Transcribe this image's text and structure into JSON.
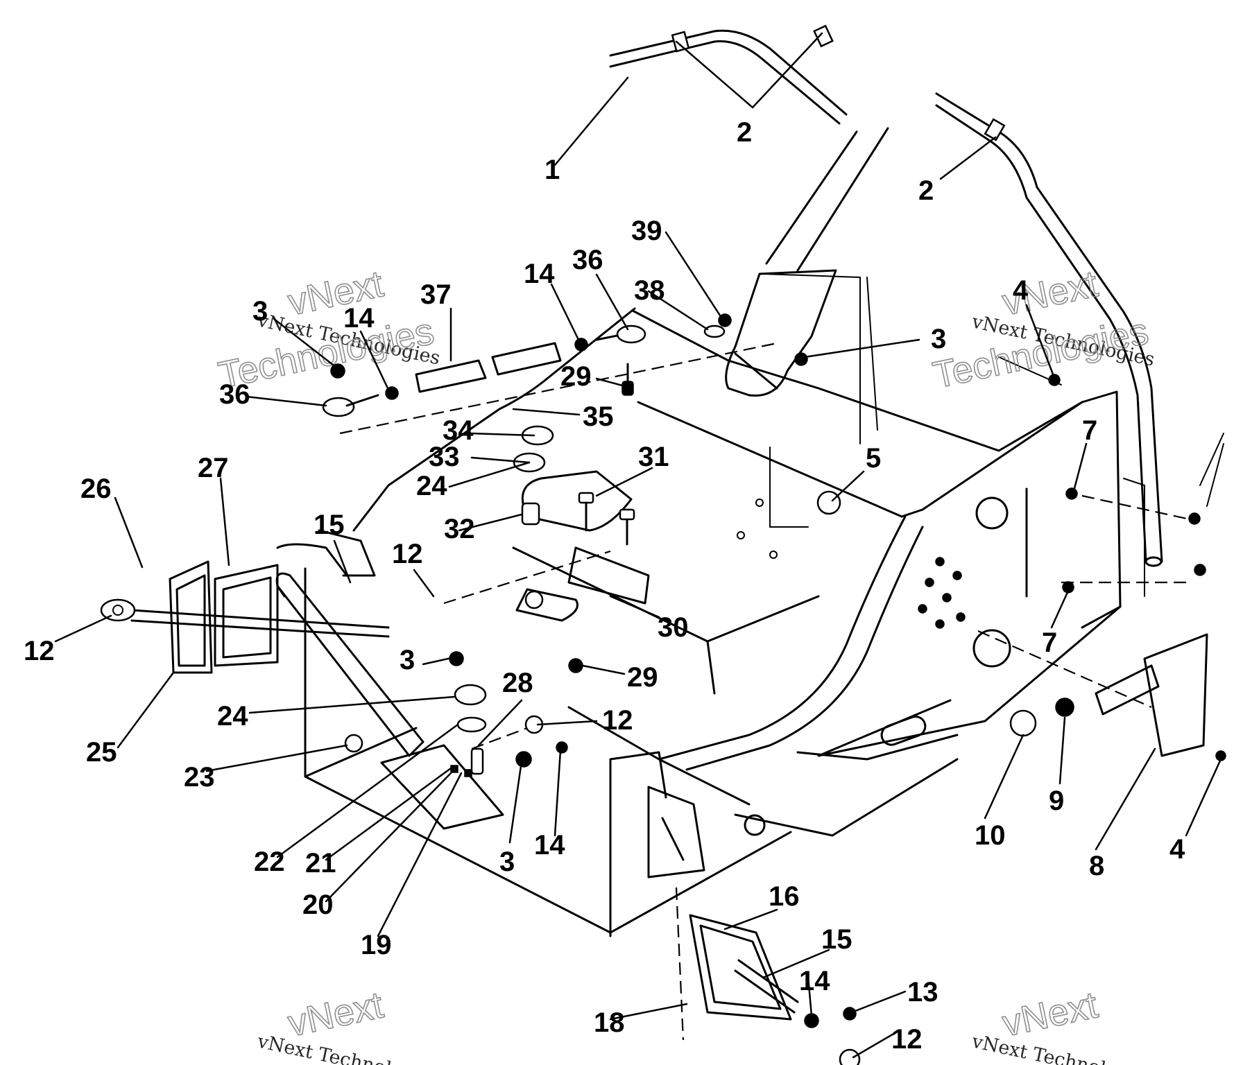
{
  "diagram": {
    "watermark": {
      "line1": "vNext Technologies",
      "line2": "vNext",
      "line3": "Technologies"
    },
    "callouts": [
      {
        "id": "c1",
        "label": "1"
      },
      {
        "id": "c2a",
        "label": "2"
      },
      {
        "id": "c2b",
        "label": "2"
      },
      {
        "id": "c3a",
        "label": "3"
      },
      {
        "id": "c3b",
        "label": "3"
      },
      {
        "id": "c3c",
        "label": "3"
      },
      {
        "id": "c3d",
        "label": "3"
      },
      {
        "id": "c4a",
        "label": "4"
      },
      {
        "id": "c4b",
        "label": "4"
      },
      {
        "id": "c5",
        "label": "5"
      },
      {
        "id": "c7a",
        "label": "7"
      },
      {
        "id": "c7b",
        "label": "7"
      },
      {
        "id": "c8",
        "label": "8"
      },
      {
        "id": "c9",
        "label": "9"
      },
      {
        "id": "c10",
        "label": "10"
      },
      {
        "id": "c12a",
        "label": "12"
      },
      {
        "id": "c12b",
        "label": "12"
      },
      {
        "id": "c12c",
        "label": "12"
      },
      {
        "id": "c12d",
        "label": "12"
      },
      {
        "id": "c13",
        "label": "13"
      },
      {
        "id": "c14a",
        "label": "14"
      },
      {
        "id": "c14b",
        "label": "14"
      },
      {
        "id": "c14c",
        "label": "14"
      },
      {
        "id": "c14d",
        "label": "14"
      },
      {
        "id": "c15a",
        "label": "15"
      },
      {
        "id": "c15b",
        "label": "15"
      },
      {
        "id": "c16",
        "label": "16"
      },
      {
        "id": "c18",
        "label": "18"
      },
      {
        "id": "c19",
        "label": "19"
      },
      {
        "id": "c20",
        "label": "20"
      },
      {
        "id": "c21",
        "label": "21"
      },
      {
        "id": "c22",
        "label": "22"
      },
      {
        "id": "c23",
        "label": "23"
      },
      {
        "id": "c24a",
        "label": "24"
      },
      {
        "id": "c24b",
        "label": "24"
      },
      {
        "id": "c25",
        "label": "25"
      },
      {
        "id": "c26",
        "label": "26"
      },
      {
        "id": "c27",
        "label": "27"
      },
      {
        "id": "c28",
        "label": "28"
      },
      {
        "id": "c29a",
        "label": "29"
      },
      {
        "id": "c29b",
        "label": "29"
      },
      {
        "id": "c30",
        "label": "30"
      },
      {
        "id": "c31",
        "label": "31"
      },
      {
        "id": "c32",
        "label": "32"
      },
      {
        "id": "c33",
        "label": "33"
      },
      {
        "id": "c34",
        "label": "34"
      },
      {
        "id": "c35",
        "label": "35"
      },
      {
        "id": "c36a",
        "label": "36"
      },
      {
        "id": "c36b",
        "label": "36"
      },
      {
        "id": "c37",
        "label": "37"
      },
      {
        "id": "c38",
        "label": "38"
      },
      {
        "id": "c39",
        "label": "39"
      }
    ]
  }
}
